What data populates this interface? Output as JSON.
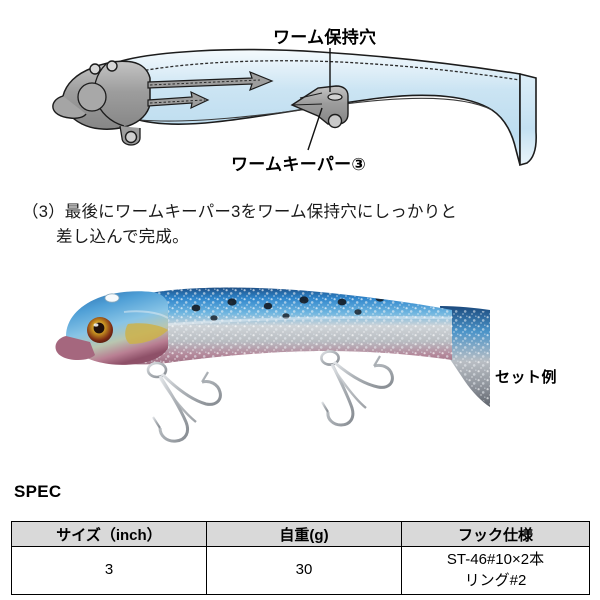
{
  "diagram": {
    "labels": {
      "worm_hole": "ワーム保持穴",
      "worm_keeper": "ワームキーパー③"
    },
    "colors": {
      "worm_body_light": "#e3f0f8",
      "worm_body_mid": "#bcdcef",
      "jig_head_gray": "#9a9a9a",
      "outline": "#1a1a1a"
    }
  },
  "instruction": {
    "line1": "（3）最後にワームキーパー3をワーム保持穴にしっかりと",
    "line2": "差し込んで完成。"
  },
  "photo": {
    "set_example_label": "セット例",
    "colors": {
      "back_blue": "#2f7fc4",
      "glitter_silver": "#c9ccd1",
      "belly_pink": "#c08c9e",
      "eye_gold": "#d8a52a",
      "eye_red": "#8e2a18",
      "hook_steel": "#b8bcc0"
    }
  },
  "spec": {
    "title": "SPEC",
    "headers": [
      "サイズ（inch）",
      "自重(g)",
      "フック仕様"
    ],
    "rows": [
      {
        "size": "3",
        "weight": "30",
        "hook_line1": "ST-46#10×2本",
        "hook_line2": "リング#2"
      }
    ],
    "header_bg": "#d9d9d9"
  }
}
